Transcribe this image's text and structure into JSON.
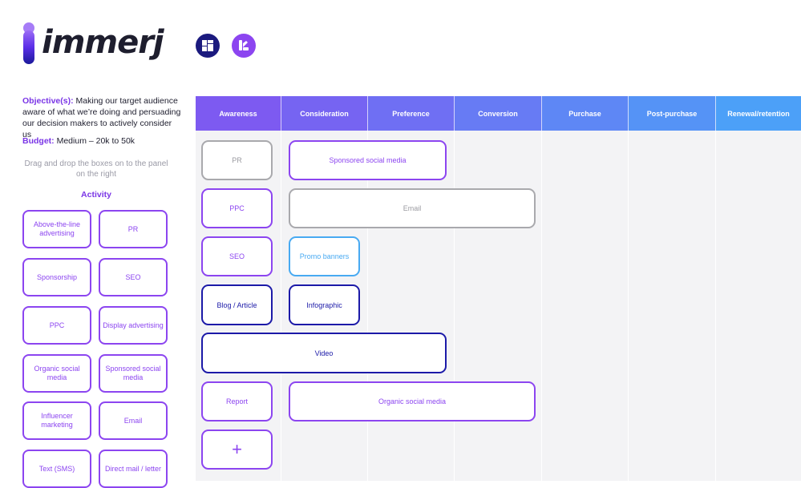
{
  "brand": {
    "name": "immerj"
  },
  "header": {
    "buttons": [
      {
        "icon": "layout-grid-icon"
      },
      {
        "icon": "swatch-palette-icon"
      }
    ]
  },
  "left_panel": {
    "objective_label": "Objective(s):",
    "objective_text": "Making our target audience aware of what we’re doing and persuading our decision makers to actively consider us",
    "budget_label": "Budget:",
    "budget_value": "Medium – 20k to 50k",
    "hint": "Drag and drop the boxes on to the panel on the right",
    "activity_title": "Activity",
    "activities": [
      "Above-the-line advertising",
      "PR",
      "Sponsorship",
      "SEO",
      "PPC",
      "Display advertising",
      "Organic social media",
      "Sponsored social media",
      "Influencer marketing",
      "Email",
      "Text (SMS)",
      "Direct mail / letter"
    ]
  },
  "timeline": {
    "columns": [
      "Awareness",
      "Consideration",
      "Preference",
      "Conversion",
      "Purchase",
      "Post-purchase",
      "Renewal/retention"
    ],
    "cards": [
      {
        "label": "PR"
      },
      {
        "label": "Sponsored social media"
      },
      {
        "label": "PPC"
      },
      {
        "label": "Email"
      },
      {
        "label": "SEO"
      },
      {
        "label": "Promo banners"
      },
      {
        "label": "Blog / Article"
      },
      {
        "label": "Infographic"
      },
      {
        "label": "Video"
      },
      {
        "label": "Report"
      },
      {
        "label": "Organic social media"
      }
    ],
    "add_label": "+"
  },
  "colors": {
    "purple": "#8c45f0",
    "navy": "#1b1a7e",
    "blue": "#48aaf2",
    "grey": "#a9a9ad",
    "header_gradient_start": "#7b5cf0",
    "header_gradient_end": "#4aa3f8"
  }
}
